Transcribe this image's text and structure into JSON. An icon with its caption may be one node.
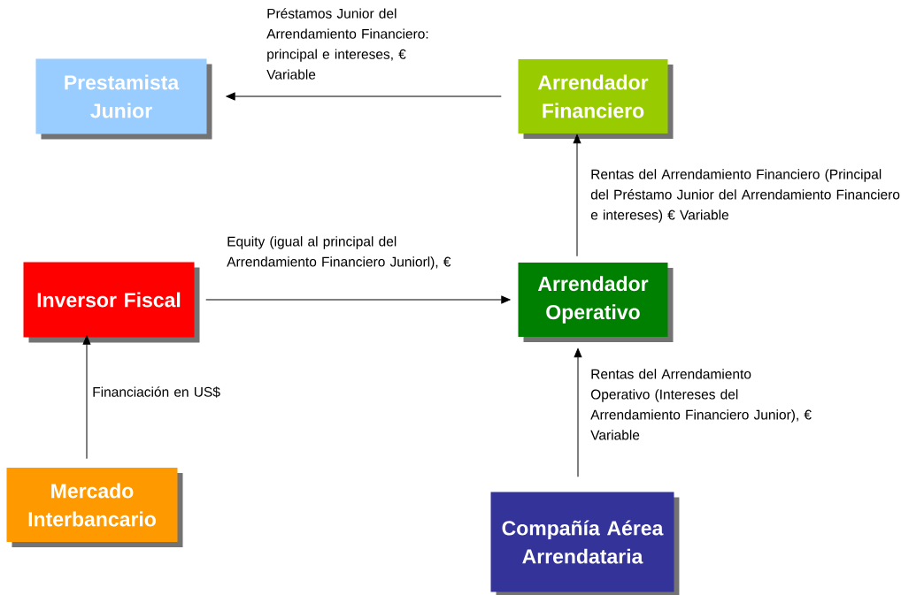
{
  "diagram": {
    "nodes": [
      {
        "text": [
          "Prestamista Junior"
        ]
      },
      {
        "text": [
          "Arrendador Financiero"
        ]
      },
      {
        "text": [
          "Inversor Fiscal"
        ]
      },
      {
        "text": [
          "Arrendador Operativo"
        ]
      },
      {
        "text": [
          "Mercado Interbancario"
        ]
      },
      {
        "text": [
          "Compañía Aérea Arrendataria"
        ]
      }
    ],
    "edges": [
      {
        "from": 1,
        "to": 0,
        "arrow": "to",
        "label": "Préstamos Junior del Arrendamiento Financiero: principal e intereses, € Variable"
      },
      {
        "from": 3,
        "to": 1,
        "arrow": "to",
        "label": "Rentas del Arrendamiento Financiero (Principal del Préstamo Junior del Arrendamiento Financiero e intereses) € Variable"
      },
      {
        "from": 2,
        "to": 3,
        "arrow": "to",
        "label": "Equity (igual al principal del Arrendamiento Financiero Juniorl), €"
      },
      {
        "from": 4,
        "to": 2,
        "arrow": "to",
        "label": "Financiación en US$"
      },
      {
        "from": 5,
        "to": 3,
        "arrow": "to",
        "label": "Rentas del Arrendamiento Operativo (Intereses del Arrendamiento Financiero Junior), € Variable"
      }
    ]
  }
}
